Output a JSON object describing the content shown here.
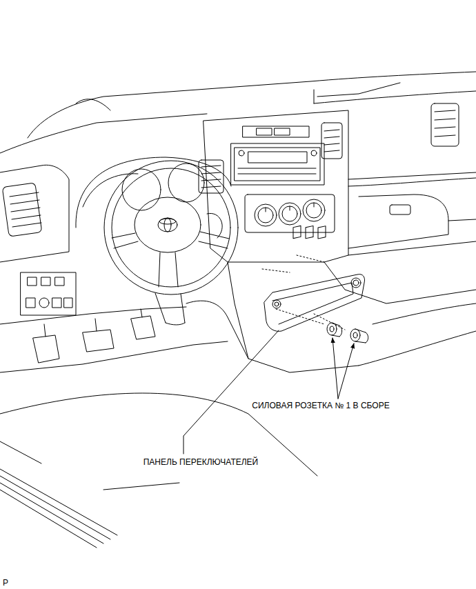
{
  "diagram": {
    "labels": [
      "СИЛОВАЯ РОЗЕТКА № 1 В СБОРЕ",
      "ПАНЕЛЬ ПЕРЕКЛЮЧАТЕЛЕЙ",
      "P"
    ]
  }
}
